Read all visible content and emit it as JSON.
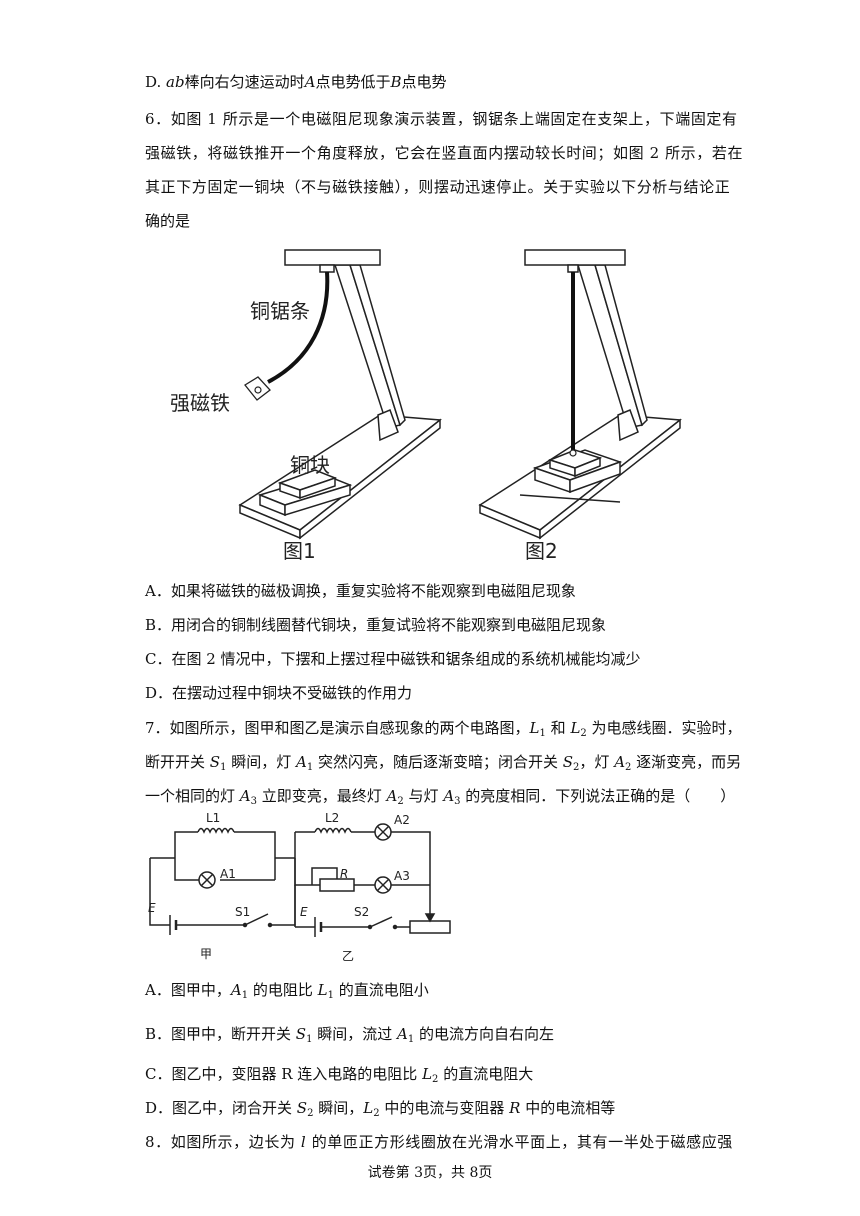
{
  "q5": {
    "optD_letter": "D.",
    "optD_var1": "ab",
    "optD_t1": "棒向右匀速运动时",
    "optD_var2": "A",
    "optD_t2": "点电势低于",
    "optD_var3": "B",
    "optD_t3": "点电势"
  },
  "q6": {
    "stem_l1": "6．如图 1 所示是一个电磁阻尼现象演示装置，钢锯条上端固定在支架上，下端固定有",
    "stem_l2": "强磁铁，将磁铁推开一个角度释放，它会在竖直面内摆动较长时间；如图 2 所示，若在",
    "stem_l3": "其正下方固定一铜块（不与磁铁接触），则摆动迅速停止。关于实验以下分析与结论正",
    "stem_l4": "确的是",
    "fig_labels": {
      "saw": "铜锯条",
      "magnet": "强磁铁",
      "copper": "铜块",
      "fig1": "图1",
      "fig2": "图2"
    },
    "optA": "A．如果将磁铁的磁极调换，重复实验将不能观察到电磁阻尼现象",
    "optB": "B．用闭合的铜制线圈替代铜块，重复试验将不能观察到电磁阻尼现象",
    "optC": "C．在图 2 情况中，下摆和上摆过程中磁铁和锯条组成的系统机械能均减少",
    "optD": "D．在摆动过程中铜块不受磁铁的作用力"
  },
  "q7": {
    "l1_a": "7．如图所示，图甲和图乙是演示自感现象的两个电路图，",
    "l1_L1": "L",
    "l1_L1s": "1",
    "l1_and": " 和 ",
    "l1_L2": "L",
    "l1_L2s": "2",
    "l1_b": " 为电感线圈．实验时，",
    "l2_a": "断开开关 ",
    "l2_S": "S",
    "l2_Ss": "1",
    "l2_b": " 瞬间，灯 ",
    "l2_A": "A",
    "l2_As": "1",
    "l2_c": " 突然闪亮，随后逐渐变暗；闭合开关 ",
    "l2_S2": "S",
    "l2_S2s": "2",
    "l2_d": "，灯 ",
    "l2_A2": "A",
    "l2_A2s": "2",
    "l2_e": " 逐渐变亮，而另",
    "l3_a": "一个相同的灯 ",
    "l3_A3": "A",
    "l3_A3s": "3",
    "l3_b": " 立即变亮，最终灯 ",
    "l3_A2": "A",
    "l3_A2s": "2",
    "l3_c": " 与灯 ",
    "l3_A3b": "A",
    "l3_A3bs": "3",
    "l3_d": " 的亮度相同．下列说法正确的是（　　）",
    "circuit": {
      "L1": "L1",
      "A1": "A1",
      "E1": "E",
      "S1": "S1",
      "jia": "甲",
      "L2": "L2",
      "A2": "A2",
      "R": "R",
      "A3": "A3",
      "E2": "E",
      "S2": "S2",
      "yi": "乙"
    },
    "optA_a": "A．图甲中，",
    "optA_var": "A",
    "optA_vs": "1",
    "optA_b": " 的电阻比 ",
    "optA_var2": "L",
    "optA_v2s": "1",
    "optA_c": " 的直流电阻小",
    "optB_a": "B．图甲中，断开开关 ",
    "optB_var": "S",
    "optB_vs": "1",
    "optB_b": " 瞬间，流过 ",
    "optB_var2": "A",
    "optB_v2s": "1",
    "optB_c": " 的电流方向自右向左",
    "optC_a": "C．图乙中，变阻器 R 连入电路的电阻比 ",
    "optC_var": "L",
    "optC_vs": "2",
    "optC_b": " 的直流电阻大",
    "optD_a": "D．图乙中，闭合开关 ",
    "optD_var": "S",
    "optD_vs": "2",
    "optD_b": " 瞬间，",
    "optD_var2": "L",
    "optD_v2s": "2",
    "optD_c": " 中的电流与变阻器 ",
    "optD_var3": "R",
    "optD_d": " 中的电流相等"
  },
  "q8": {
    "l1_a": "8．如图所示，边长为 ",
    "l1_var": "l",
    "l1_b": " 的单匝正方形线圈放在光滑水平面上，其有一半处于磁感应强"
  },
  "footer": "试卷第 3页，共 8页"
}
